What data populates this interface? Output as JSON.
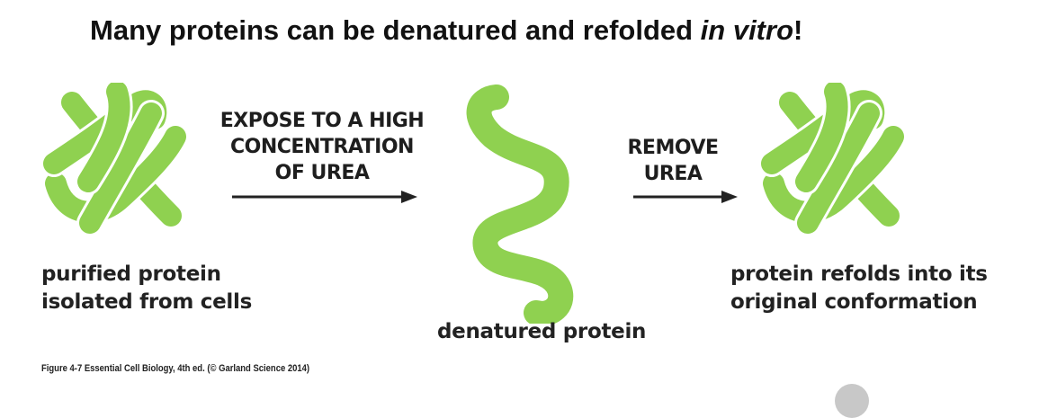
{
  "slide": {
    "title_main": "Many proteins can be denatured and refolded ",
    "title_italic": "in vitro",
    "title_end": "!"
  },
  "diagram": {
    "step1_label": [
      "EXPOSE TO A HIGH",
      "CONCENTRATION",
      "OF UREA"
    ],
    "step2_label": [
      "REMOVE",
      "UREA"
    ],
    "left_caption": [
      "purified protein",
      "isolated from cells"
    ],
    "middle_caption": "denatured protein",
    "right_caption": [
      "protein refolds into its",
      "original conformation"
    ],
    "protein_color": "#8fd150",
    "protein_outline": "#ffffff"
  },
  "footer": {
    "credit": "Figure 4-7  Essential Cell Biology, 4th ed. (© Garland Science 2014)"
  },
  "icons": {
    "left_protein": "folded-protein-icon",
    "middle_protein": "denatured-protein-icon",
    "right_protein": "refolded-protein-icon",
    "arrows": "right-arrow-icon",
    "pointer": "pointer-indicator"
  }
}
